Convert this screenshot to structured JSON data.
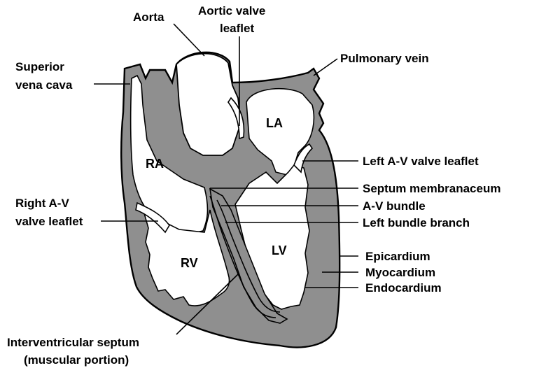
{
  "colors": {
    "tissue": "#8f8f8f",
    "outline": "#000000",
    "background": "#ffffff"
  },
  "chambers": {
    "ra": "RA",
    "la": "LA",
    "rv": "RV",
    "lv": "LV"
  },
  "labels": {
    "aorta": "Aorta",
    "aortic_valve_1": "Aortic valve",
    "aortic_valve_2": "leaflet",
    "pulmonary_vein": "Pulmonary vein",
    "svc_1": "Superior",
    "svc_2": "vena cava",
    "left_av_valve": "Left A-V valve leaflet",
    "septum_membranaceum": "Septum membranaceum",
    "av_bundle": "A-V bundle",
    "left_bundle_branch": "Left bundle branch",
    "right_av_1": "Right A-V",
    "right_av_2": "valve leaflet",
    "epicardium": "Epicardium",
    "myocardium": "Myocardium",
    "endocardium": "Endocardium",
    "ivs_1": "Interventricular septum",
    "ivs_2": "(muscular portion)"
  }
}
